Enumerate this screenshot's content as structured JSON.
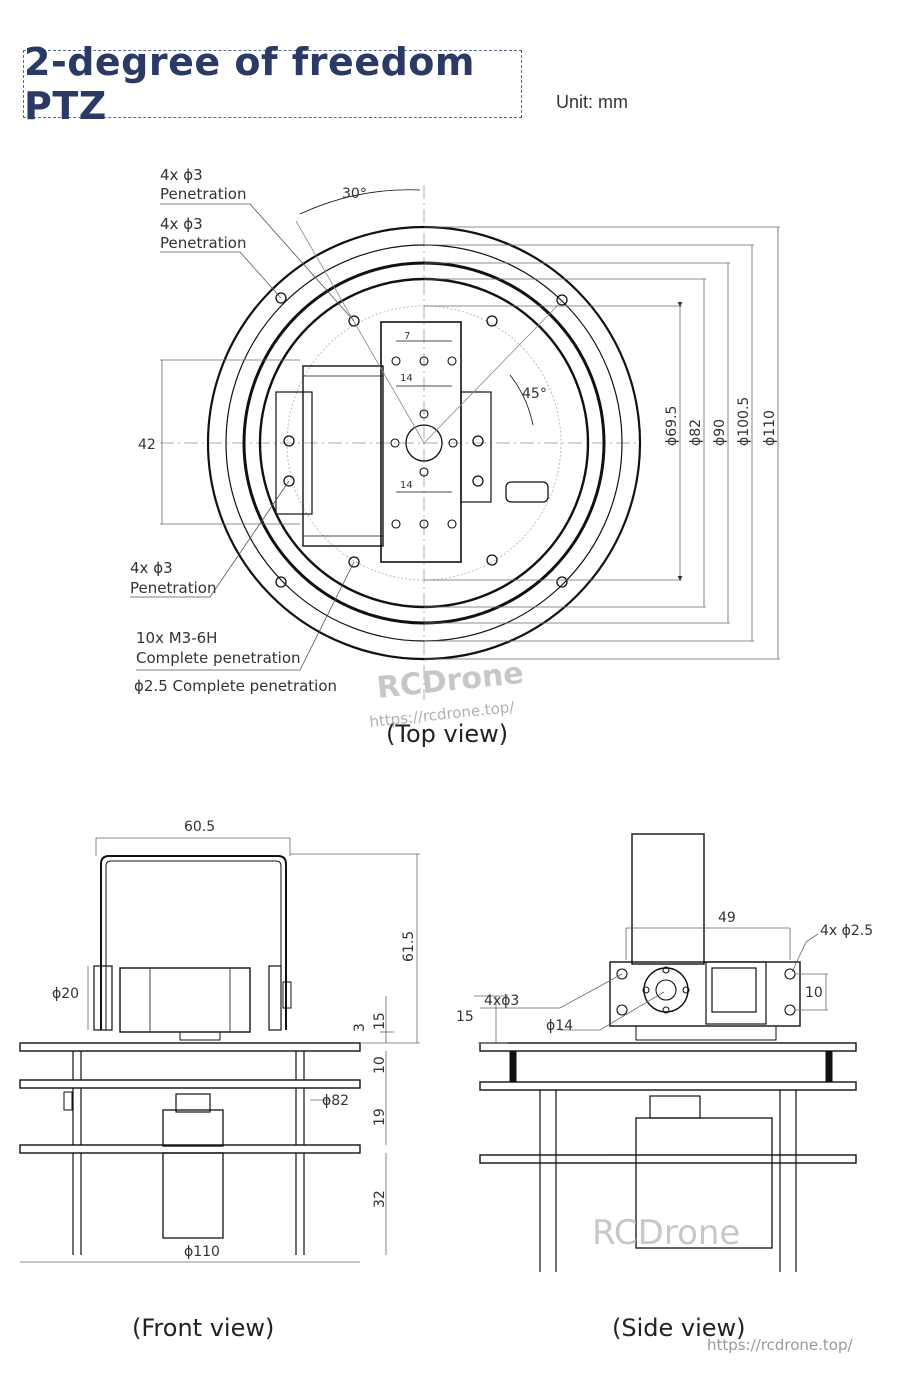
{
  "header": {
    "title": "2-degree of freedom PTZ",
    "unit": "Unit: mm"
  },
  "top_view": {
    "caption": "(Top view)",
    "notes": {
      "hole_a_qty": "4x ϕ3",
      "hole_a_desc": "Penetration",
      "hole_b_qty": "4x ϕ3",
      "hole_b_desc": "Penetration",
      "hole_c_qty": "4x ϕ3",
      "hole_c_desc": "Penetration",
      "thread_qty": "10x M3-6H",
      "thread_desc": "Complete penetration",
      "center_hole": "ϕ2.5 Complete penetration"
    },
    "dims": {
      "angle_30": "30°",
      "angle_45": "45°",
      "height_42": "42",
      "d69": "ϕ69.5",
      "d82": "ϕ82",
      "d90": "ϕ90",
      "d100": "ϕ100.5",
      "d110": "ϕ110",
      "pitch_7": "7",
      "pitch_14a": "14",
      "pitch_14b": "14"
    },
    "watermark": "RCDrone",
    "watermark_url": "https://rcdrone.top/"
  },
  "front_view": {
    "caption": "(Front view)",
    "dims": {
      "w605": "60.5",
      "h615": "61.5",
      "d20": "ϕ20",
      "h3": "3",
      "h15": "15",
      "h10": "10",
      "d82": "ϕ82",
      "h19": "19",
      "h32": "32",
      "d110": "ϕ110"
    }
  },
  "side_view": {
    "caption": "(Side view)",
    "dims": {
      "w49": "49",
      "holes": "4x ϕ2.5",
      "h10": "10",
      "h15": "15",
      "holes_b": "4xϕ3",
      "d14": "ϕ14"
    },
    "watermark": "RCDrone",
    "url": "https://rcdrone.top/"
  }
}
